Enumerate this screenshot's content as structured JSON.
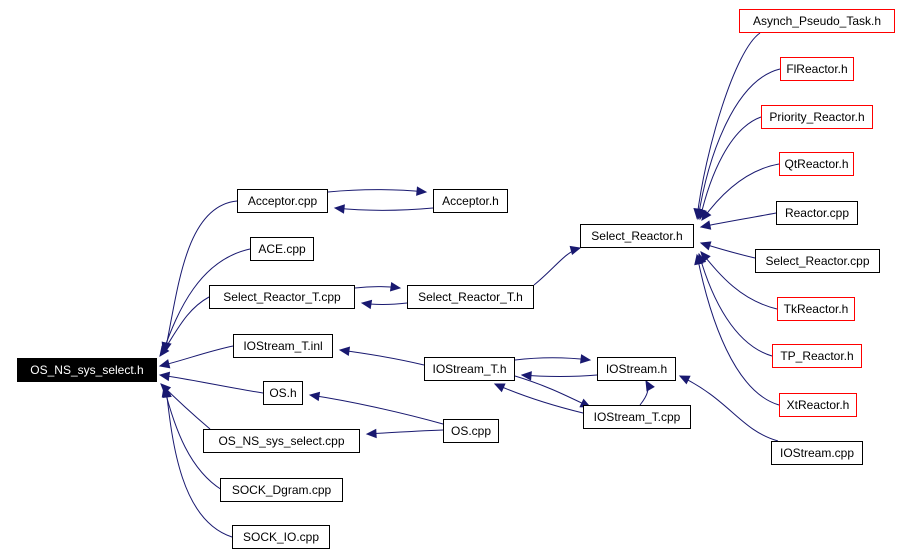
{
  "colors": {
    "edge": "#191970",
    "node_border": "#000000",
    "external_border": "#ff0000",
    "root_fill": "#000000",
    "root_text": "#ffffff"
  },
  "nodes": {
    "os_ns_sys_select_h": "OS_NS_sys_select.h",
    "acceptor_cpp": "Acceptor.cpp",
    "acceptor_h": "Acceptor.h",
    "ace_cpp": "ACE.cpp",
    "select_reactor_t_cpp": "Select_Reactor_T.cpp",
    "select_reactor_t_h": "Select_Reactor_T.h",
    "select_reactor_h": "Select_Reactor.h",
    "iostream_t_inl": "IOStream_T.inl",
    "iostream_t_h": "IOStream_T.h",
    "iostream_h": "IOStream.h",
    "iostream_t_cpp": "IOStream_T.cpp",
    "iostream_cpp": "IOStream.cpp",
    "os_h": "OS.h",
    "os_cpp": "OS.cpp",
    "os_ns_sys_select_cpp": "OS_NS_sys_select.cpp",
    "sock_dgram_cpp": "SOCK_Dgram.cpp",
    "sock_io_cpp": "SOCK_IO.cpp",
    "asynch_pseudo_task_h": "Asynch_Pseudo_Task.h",
    "flreactor_h": "FlReactor.h",
    "priority_reactor_h": "Priority_Reactor.h",
    "qtreactor_h": "QtReactor.h",
    "reactor_cpp": "Reactor.cpp",
    "select_reactor_cpp": "Select_Reactor.cpp",
    "tkreactor_h": "TkReactor.h",
    "tp_reactor_h": "TP_Reactor.h",
    "xtreactor_h": "XtReactor.h"
  }
}
